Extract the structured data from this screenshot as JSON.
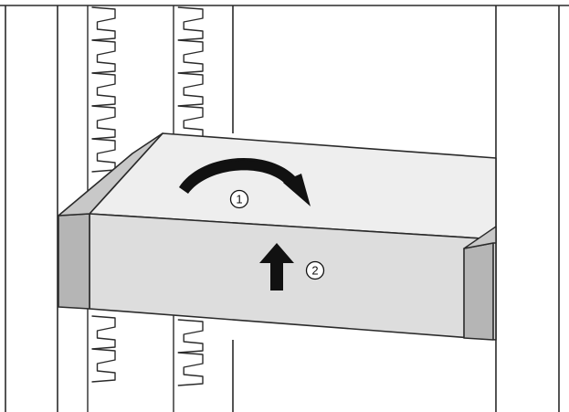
{
  "steps": [
    {
      "number": "1",
      "action": "rotate",
      "icon": "curved-arrow-icon"
    },
    {
      "number": "2",
      "action": "lift",
      "icon": "up-arrow-icon"
    }
  ],
  "colors": {
    "line": "#2a2a2a",
    "background": "#ffffff",
    "shelf_top": "#eeeeee",
    "shelf_front": "#dddddd",
    "shelf_end": "#b5b5b5",
    "arrow": "#111111"
  }
}
